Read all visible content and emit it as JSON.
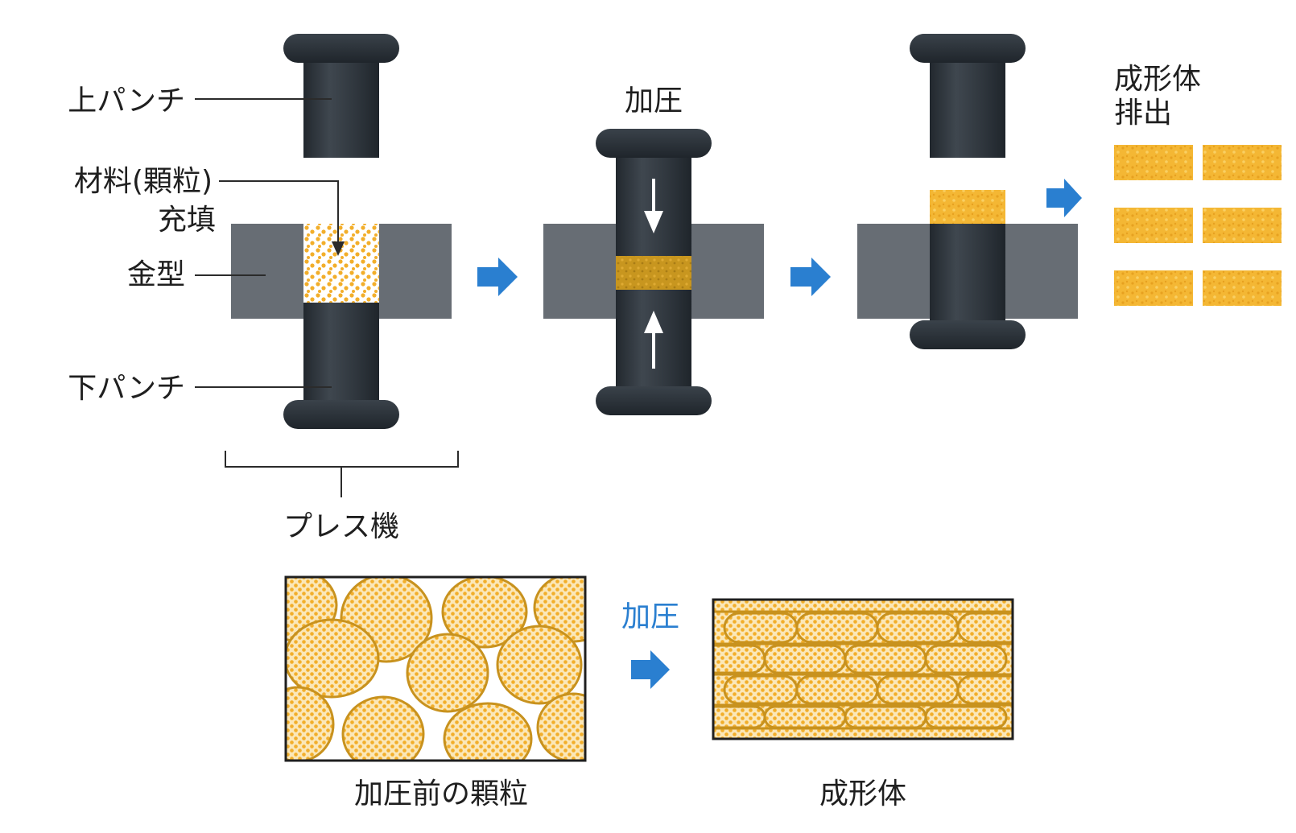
{
  "labels": {
    "upper_punch": "上パンチ",
    "material_line1": "材料(顆粒)",
    "material_line2": "充填",
    "die": "金型",
    "lower_punch": "下パンチ",
    "press_machine": "プレス機",
    "pressurize": "加圧",
    "ejection_line1": "成形体",
    "ejection_line2": "排出",
    "granules_before": "加圧前の顆粒",
    "compact": "成形体",
    "pressurize_bottom": "加圧"
  },
  "colors": {
    "punch": "#2f363d",
    "die": "#676d74",
    "material": "#f3b52e",
    "material_dark": "#c98f1e",
    "arrow": "#2a7fd0",
    "text": "#1f1f1f",
    "text_accent": "#2a7fd0"
  },
  "icons": [
    "arrow-right-icon",
    "arrow-down-icon",
    "arrow-up-icon"
  ]
}
